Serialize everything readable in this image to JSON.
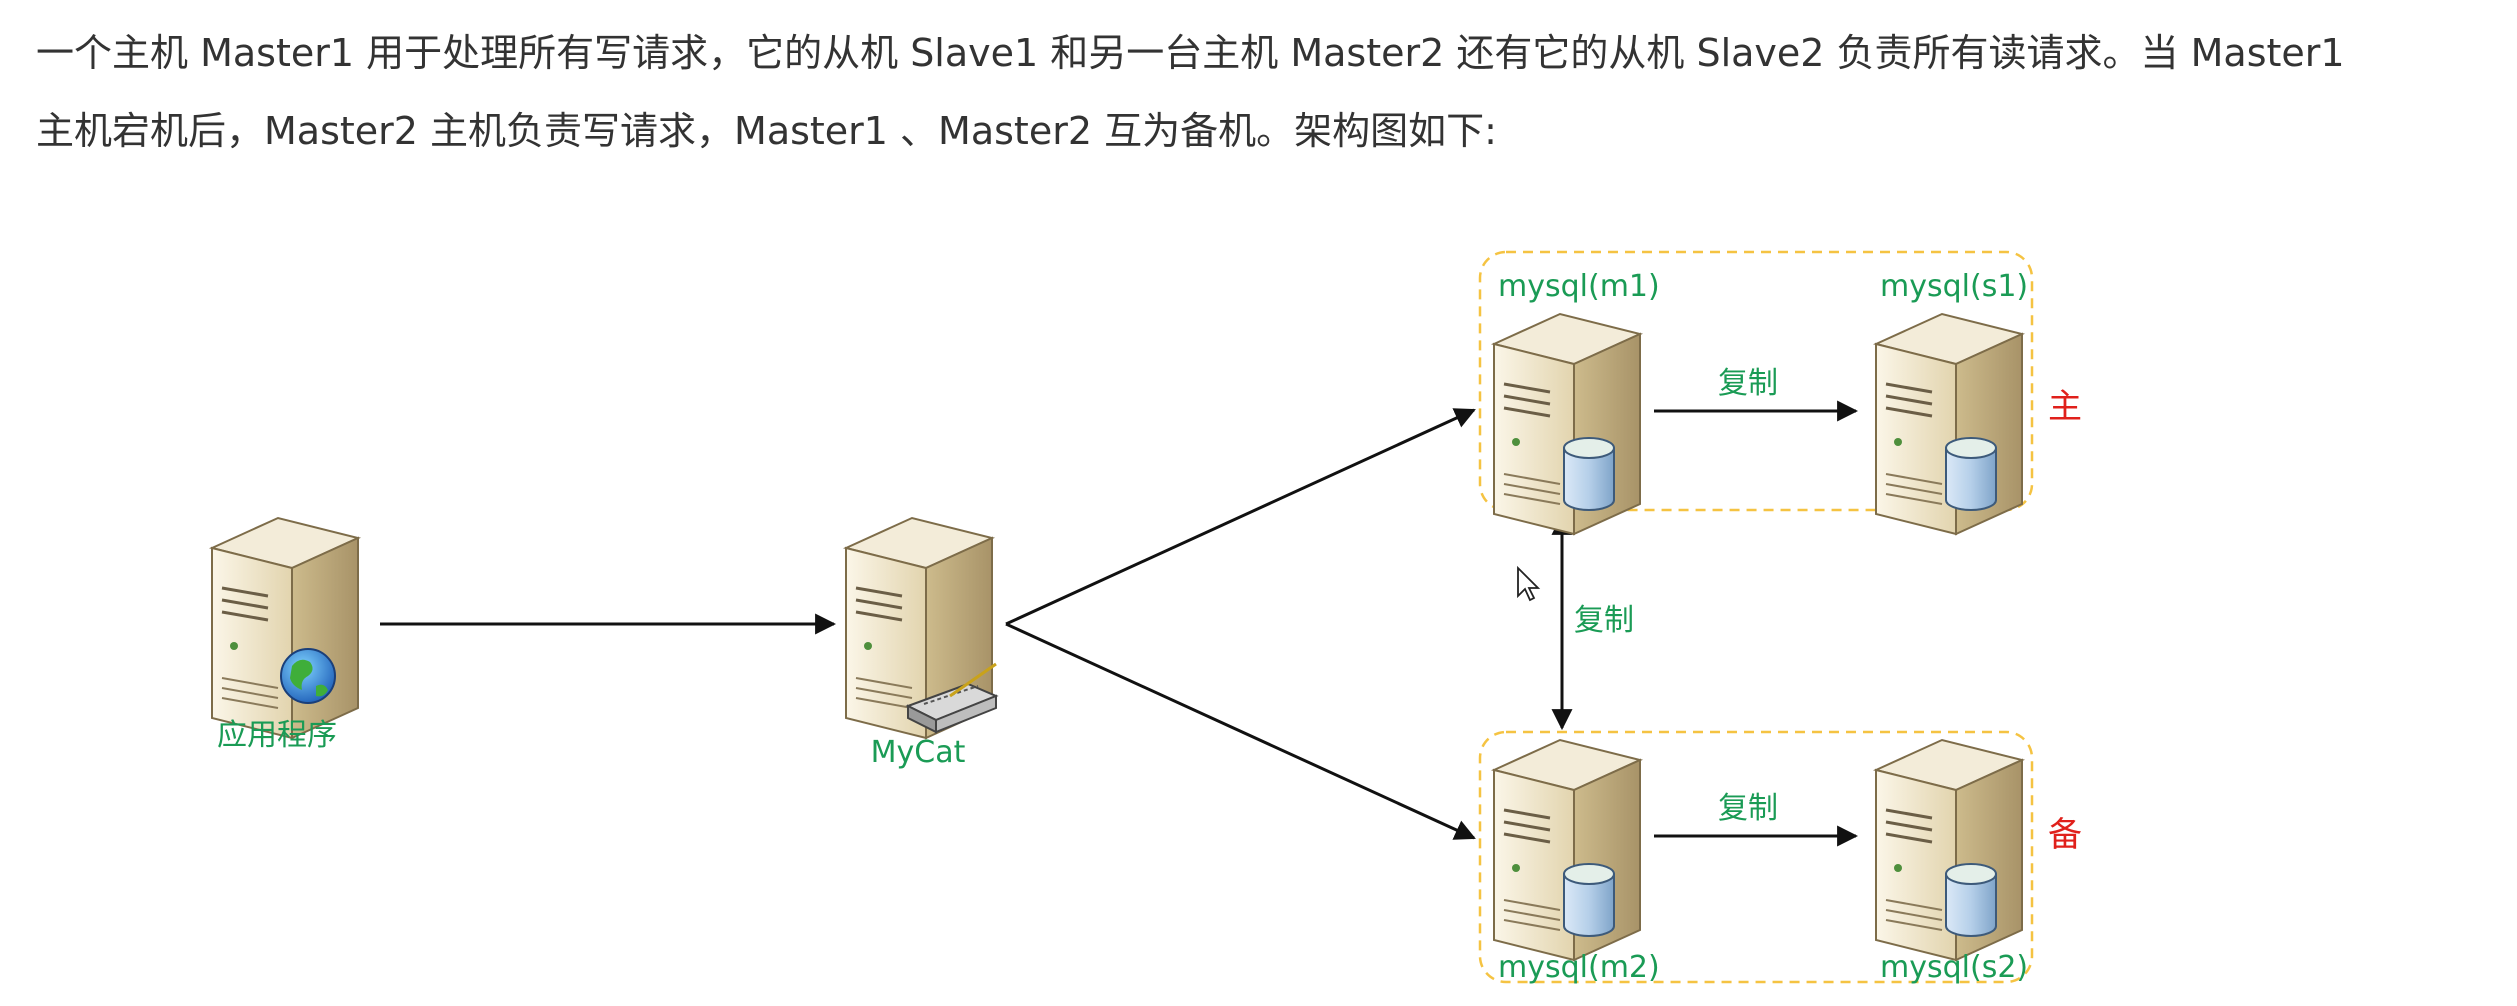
{
  "intro": {
    "line1": "一个主机 Master1 用于处理所有写请求，它的从机 Slave1 和另一台主机 Master2 还有它的从机 Slave2 负责所有读请求。当 Master1",
    "line2": "主机宕机后，Master2 主机负责写请求，Master1 、Master2 互为备机。架构图如下:"
  },
  "nodes": {
    "app": {
      "label": "应用程序",
      "icon": "server-globe-icon"
    },
    "mycat": {
      "label": "MyCat",
      "icon": "server-switch-icon"
    },
    "m1": {
      "label": "mysql(m1)",
      "icon": "db-server-icon"
    },
    "s1": {
      "label": "mysql(s1)",
      "icon": "db-server-icon"
    },
    "m2": {
      "label": "mysql(m2)",
      "icon": "db-server-icon"
    },
    "s2": {
      "label": "mysql(s2)",
      "icon": "db-server-icon"
    }
  },
  "edges": {
    "m1_s1": "复制",
    "m1_m2": "复制",
    "m2_s2": "复制"
  },
  "groups": {
    "primary": "主",
    "standby": "备"
  },
  "colors": {
    "green_label": "#1a9b55",
    "red_label": "#e0201b",
    "group_border": "#f5c342",
    "server_body": "#e7dcc0",
    "db_cylinder": "#b9d3ec"
  }
}
